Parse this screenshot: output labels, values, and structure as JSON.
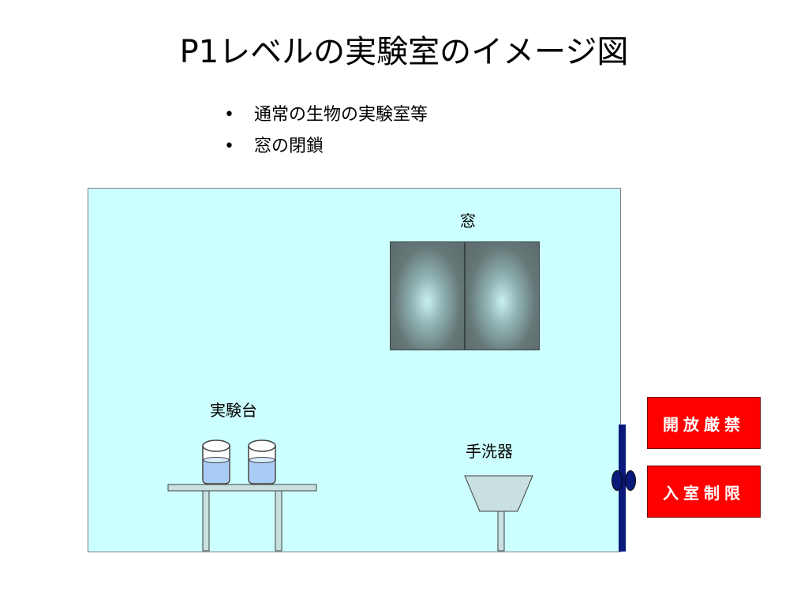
{
  "title": "P1レベルの実験室のイメージ図",
  "bullets": [
    {
      "marker": "•",
      "text": "通常の生物の実験室等"
    },
    {
      "marker": "•",
      "text": "窓の閉鎖"
    }
  ],
  "room": {
    "window_label": "窓",
    "bench_label": "実験台",
    "sink_label": "手洗器"
  },
  "signs": {
    "top": "開放厳禁",
    "bottom": "入室制限"
  },
  "colors": {
    "room_fill": "#ccffff",
    "door": "#0a1a7a",
    "sign_red": "#ff0000",
    "furniture_fill": "#c8e0e0",
    "liquid": "#a9ccf5"
  }
}
